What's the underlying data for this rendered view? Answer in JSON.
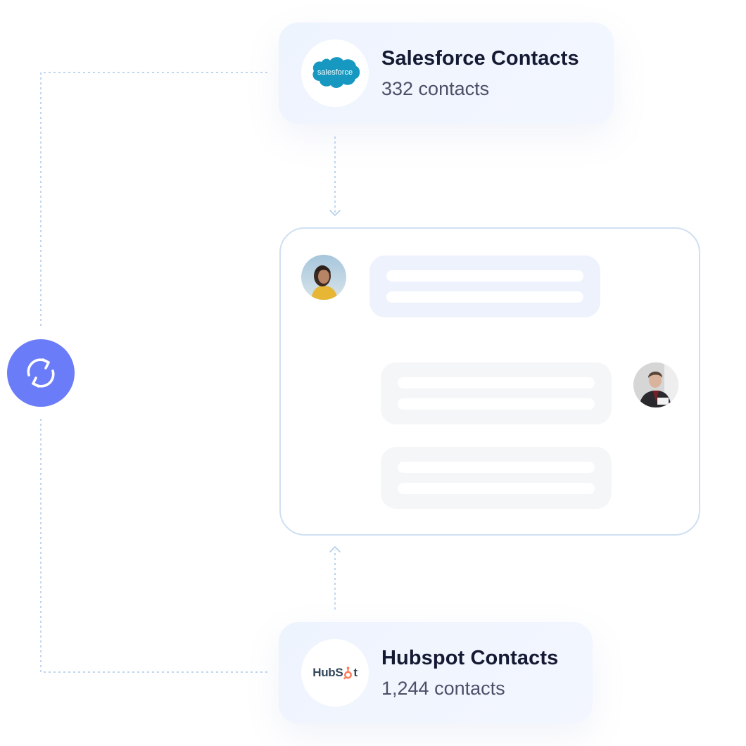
{
  "sources": {
    "salesforce": {
      "title": "Salesforce Contacts",
      "count_text": "332 contacts",
      "logo_text": "salesforce",
      "logo_color": "#1798c1"
    },
    "hubspot": {
      "title": "Hubspot Contacts",
      "count_text": "1,244 contacts",
      "logo_text_prefix": "HubS",
      "logo_text_suffix": "t",
      "logo_color": "#33475b",
      "accent_color": "#ff7a59"
    }
  },
  "sync": {
    "icon": "sync-icon",
    "color": "#6b7cf8"
  },
  "merged_view": {
    "incoming_message": {
      "avatar": "woman-avatar-icon",
      "lines": 2,
      "color": "#eef2fd"
    },
    "outgoing_messages": [
      {
        "avatar": "man-avatar-icon",
        "lines": 2,
        "color": "#f5f6f8"
      },
      {
        "avatar": "",
        "lines": 2,
        "color": "#f5f6f8"
      }
    ]
  },
  "colors": {
    "connector": "#a9c8e8",
    "card_bg": "#eef4fe",
    "merge_border": "#cfe0f2"
  }
}
